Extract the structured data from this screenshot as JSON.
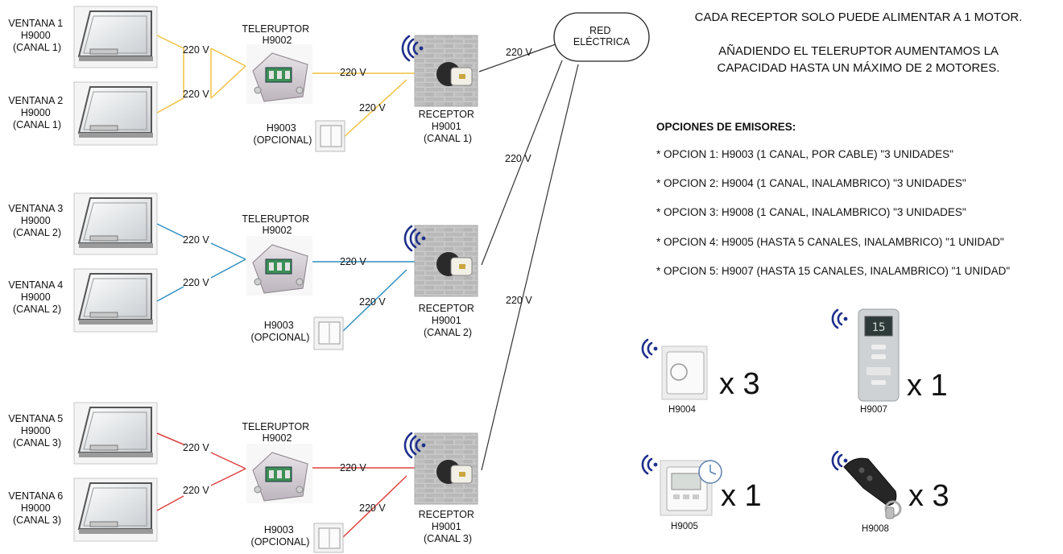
{
  "colors": {
    "canal_1": "#f0c040",
    "canal_2": "#2f8fc0",
    "canal_3": "#e04040",
    "red": "#333333",
    "signal": "#1d2f8c"
  },
  "groups": [
    {
      "ventana_a": [
        "VENTANA 1",
        "H9000",
        "(CANAL 1)"
      ],
      "ventana_b": [
        "VENTANA 2",
        "H9000",
        "(CANAL 1)"
      ],
      "teleruptor": [
        "TELERUPTOR",
        "H9002"
      ],
      "opcional": [
        "H9003",
        "(OPCIONAL)"
      ],
      "receptor": [
        "RECEPTOR",
        "H9001",
        "(CANAL 1)"
      ],
      "v_a": "220 V",
      "v_b": "220 V",
      "v_main": "220 V",
      "v_switch": "220 V"
    },
    {
      "ventana_a": [
        "VENTANA 3",
        "H9000",
        "(CANAL 2)"
      ],
      "ventana_b": [
        "VENTANA 4",
        "H9000",
        "(CANAL 2)"
      ],
      "teleruptor": [
        "TELERUPTOR",
        "H9002"
      ],
      "opcional": [
        "H9003",
        "(OPCIONAL)"
      ],
      "receptor": [
        "RECEPTOR",
        "H9001",
        "(CANAL 2)"
      ],
      "v_a": "220 V",
      "v_b": "220 V",
      "v_main": "220 V",
      "v_switch": "220 V"
    },
    {
      "ventana_a": [
        "VENTANA 5",
        "H9000",
        "(CANAL 3)"
      ],
      "ventana_b": [
        "VENTANA 6",
        "H9000",
        "(CANAL 3)"
      ],
      "teleruptor": [
        "TELERUPTOR",
        "H9002"
      ],
      "opcional": [
        "H9003",
        "(OPCIONAL)"
      ],
      "receptor": [
        "RECEPTOR",
        "H9001",
        "(CANAL 3)"
      ],
      "v_a": "220 V",
      "v_b": "220 V",
      "v_main": "220 V",
      "v_switch": "220 V"
    }
  ],
  "red_electrica": [
    "RED",
    "ELÉCTRICA"
  ],
  "red_voltages": [
    "220 V",
    "220 V",
    "220 V"
  ],
  "notes": [
    "CADA RECEPTOR SOLO PUEDE ALIMENTAR A 1 MOTOR.",
    "AÑADIENDO EL TELERUPTOR AUMENTAMOS LA",
    "CAPACIDAD HASTA UN MÁXIMO DE 2 MOTORES."
  ],
  "opciones_title": "OPCIONES DE EMISORES:",
  "opciones": [
    "* OPCION 1: H9003 (1 CANAL, POR CABLE) \"3 UNIDADES\"",
    "* OPCION 2: H9004 (1 CANAL, INALAMBRICO) \"3 UNIDADES\"",
    "* OPCION 3: H9008 (1 CANAL, INALAMBRICO) \"3 UNIDADES\"",
    "* OPCION 4: H9005 (HASTA 5 CANALES, INALAMBRICO) \"1 UNIDAD\"",
    "* OPCION 5: H9007 (HASTA 15 CANALES, INALAMBRICO) \"1 UNIDAD\""
  ],
  "emisores": [
    {
      "name": "H9004",
      "qty": "x 3",
      "icon": "wall-switch-wireless-icon"
    },
    {
      "name": "H9007",
      "qty": "x 1",
      "icon": "remote-15-channel-icon",
      "display": "15"
    },
    {
      "name": "H9005",
      "qty": "x 1",
      "icon": "timer-switch-icon"
    },
    {
      "name": "H9008",
      "qty": "x 3",
      "icon": "keyfob-remote-icon"
    }
  ]
}
